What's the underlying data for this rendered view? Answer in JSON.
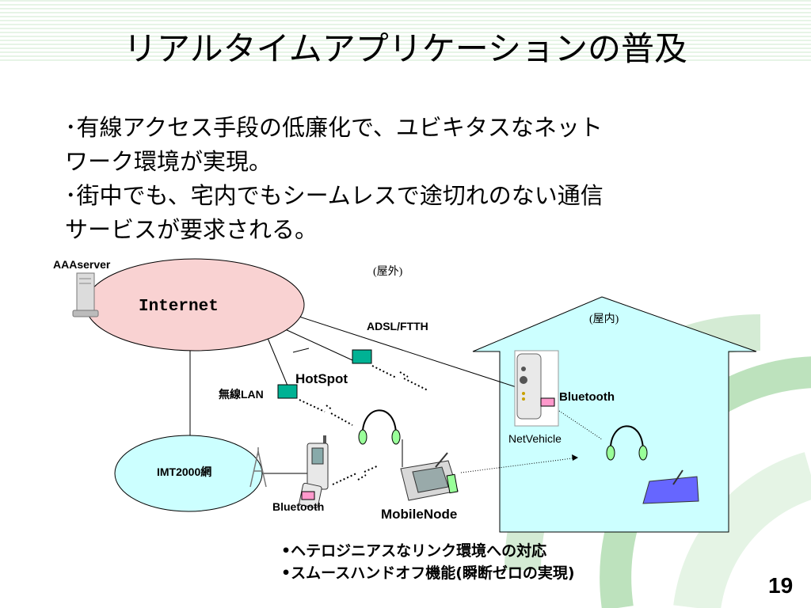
{
  "slide": {
    "title": "リアルタイムアプリケーションの普及",
    "bullets": [
      "･有線アクセス手段の低廉化で、ユビキタスなネット",
      "ワーク環境が実現。",
      "･街中でも、宅内でもシームレスで途切れのない通信",
      "サービスが要求される。"
    ],
    "page_number": "19"
  },
  "diagram": {
    "labels": {
      "aaaserver": "AAAserver",
      "internet": "Internet",
      "outdoor": "(屋外)",
      "indoor": "(屋内)",
      "adsl_ftth": "ADSL/FTTH",
      "hotspot": "HotSpot",
      "wireless_lan": "無線LAN",
      "bluetooth_vehicle": "Bluetooth",
      "netvehicle": "NetVehicle",
      "imt2000": "IMT2000網",
      "bluetooth_phone": "Bluetooth",
      "mobilenode": "MobileNode"
    },
    "notes": [
      "•ヘテロジニアスなリンク環境への対応",
      "•スムースハンドオフ機能(瞬断ゼロの実現)"
    ],
    "colors": {
      "internet_fill": "#f9d2d2",
      "imt_fill": "#ccffff",
      "house_fill": "#ccffff",
      "ap_fill": "#00b294",
      "bluetooth_fill": "#ff99cc",
      "headset_fill": "#99ff99",
      "pad_fill": "#6666ff",
      "title_stripe": "#e6f4e6",
      "deco_green": "#9ed49e"
    }
  }
}
